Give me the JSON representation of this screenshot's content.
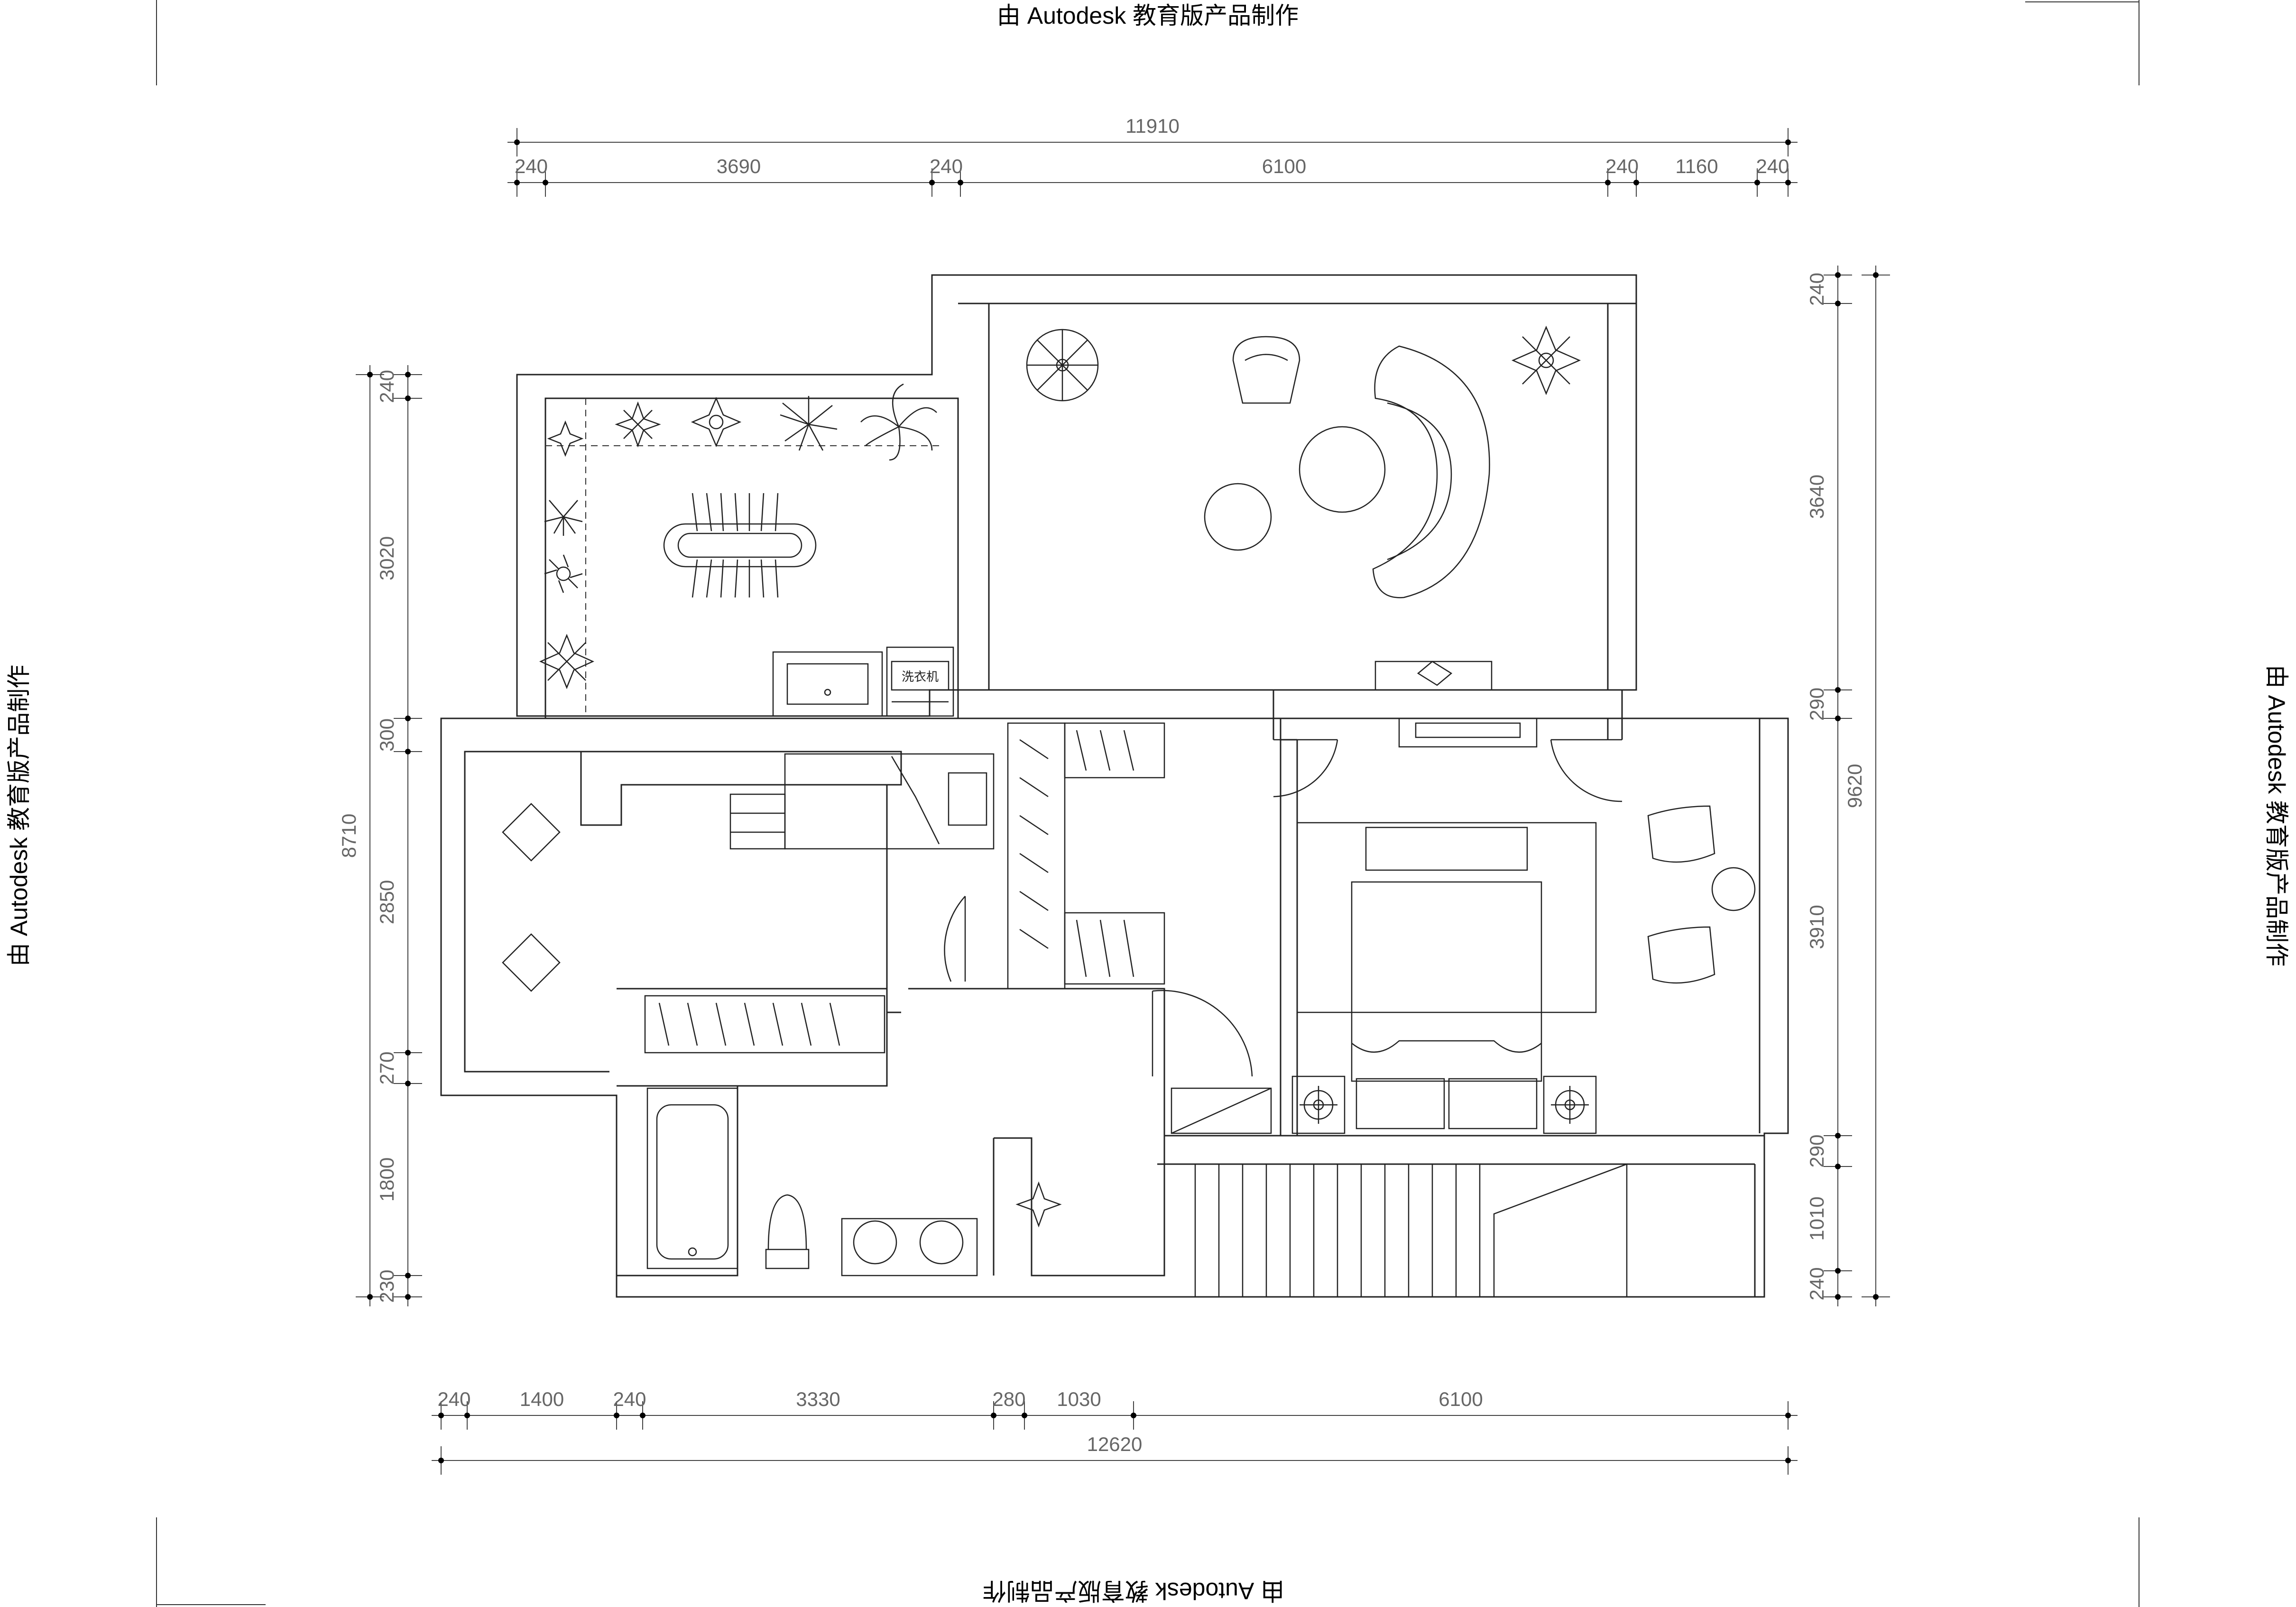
{
  "watermark": "由 Autodesk 教育版产品制作",
  "appliance_label": "洗衣机",
  "dimensions": {
    "top_total": "11910",
    "top_segments": [
      "240",
      "3690",
      "240",
      "6100",
      "240",
      "1160",
      "240"
    ],
    "bottom_total": "12620",
    "bottom_segments": [
      "240",
      "1400",
      "240",
      "3330",
      "280",
      "1030",
      "6100"
    ],
    "left_total": "8710",
    "left_segments": [
      "240",
      "3020",
      "300",
      "2850",
      "270",
      "1800",
      "230"
    ],
    "right_total": "9620",
    "right_segments": [
      "240",
      "3640",
      "290",
      "3910",
      "290",
      "1010",
      "240"
    ]
  }
}
